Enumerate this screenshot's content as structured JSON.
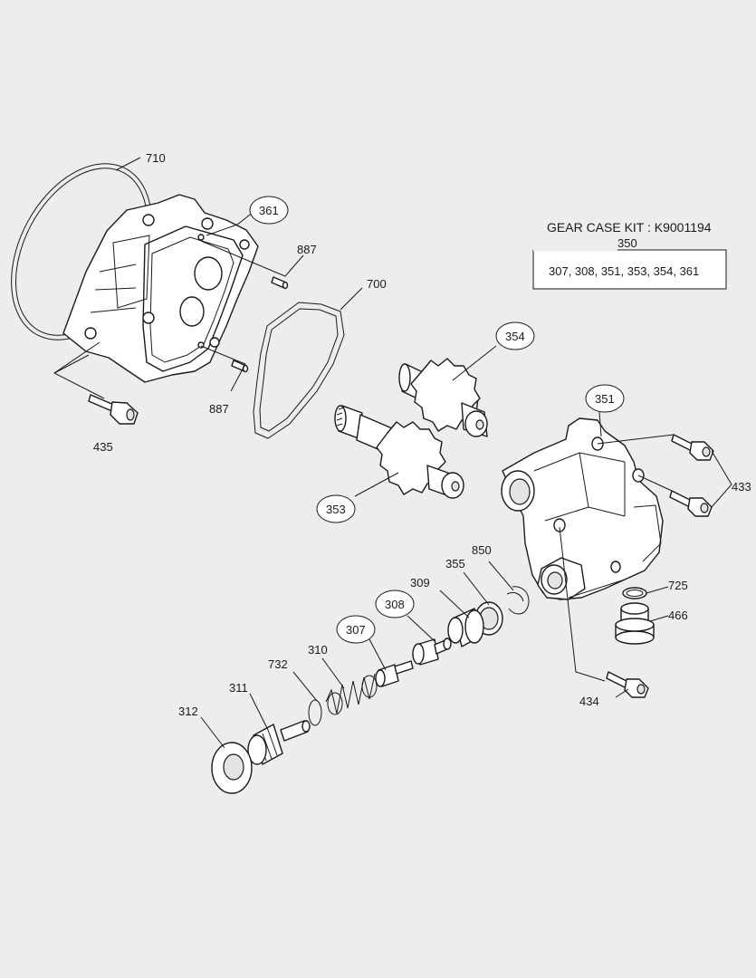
{
  "kit": {
    "title": "GEAR CASE KIT : K9001194",
    "number": "350",
    "contents": "307, 308, 351, 353, 354, 361"
  },
  "labels": {
    "p710": "710",
    "p361": "361",
    "p887a": "887",
    "p887b": "887",
    "p700": "700",
    "p435": "435",
    "p354": "354",
    "p351": "351",
    "p433": "433",
    "p353": "353",
    "p850": "850",
    "p355": "355",
    "p309": "309",
    "p308": "308",
    "p307": "307",
    "p310": "310",
    "p732": "732",
    "p311": "311",
    "p312": "312",
    "p725": "725",
    "p466": "466",
    "p434": "434"
  }
}
